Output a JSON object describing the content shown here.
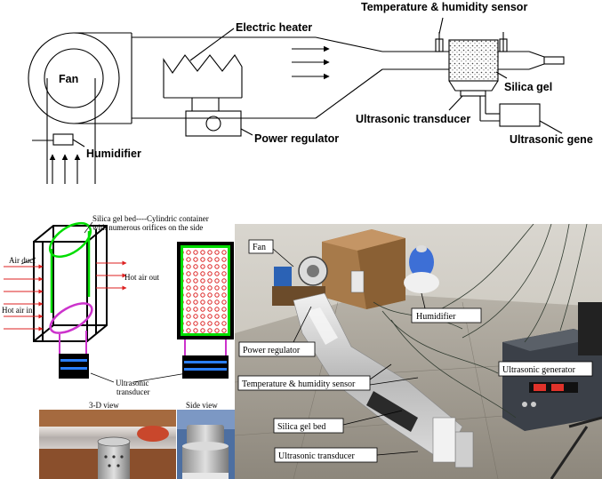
{
  "schematic": {
    "fan": "Fan",
    "humidifier": "Humidifier",
    "electric_heater": "Electric heater",
    "power_regulator": "Power regulator",
    "temp_humidity_sensor": "Temperature & humidity sensor",
    "silica_gel": "Silica gel",
    "ultrasonic_transducer": "Ultrasonic transducer",
    "ultrasonic_generator": "Ultrasonic gene"
  },
  "bed_diagram": {
    "silica_bed_line1": "Silica gel bed----Cylindric container",
    "silica_bed_line2": "with numerous orifices on the side",
    "air_duct": "Air duct",
    "hot_air_out": "Hot air out",
    "hot_air_in": "Hot air in",
    "ultrasonic_line1": "Ultrasonic",
    "ultrasonic_line2": "transducer",
    "view_3d": "3-D view",
    "view_side": "Side view"
  },
  "photo": {
    "fan": "Fan",
    "humidifier": "Humidifier",
    "power_regulator": "Power regulator",
    "ultrasonic_generator": "Ultrasonic generator",
    "temp_humidity_sensor": "Temperature & humidity sensor",
    "silica_gel_bed": "Silica gel bed",
    "ultrasonic_transducer": "Ultrasonic transducer"
  },
  "colors": {
    "green": "#00dd00",
    "magenta": "#cc33cc",
    "red": "#dd2222",
    "blue": "#2255dd"
  }
}
